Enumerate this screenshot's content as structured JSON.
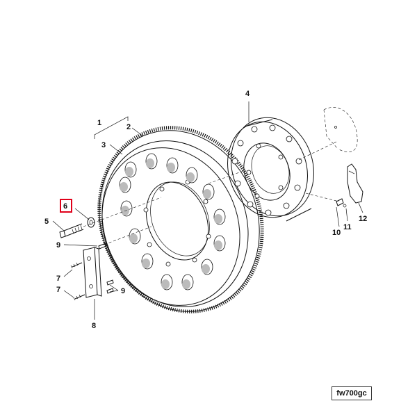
{
  "callouts": {
    "c1": "1",
    "c2": "2",
    "c3": "3",
    "c4": "4",
    "c5": "5",
    "c6": "6",
    "c7a": "7",
    "c7b": "7",
    "c8": "8",
    "c9a": "9",
    "c9b": "9",
    "c10": "10",
    "c11": "11",
    "c12": "12"
  },
  "reference_code": "fw700gc",
  "highlighted_callout": "6",
  "colors": {
    "line": "#111111",
    "highlight": "#e0001a",
    "background": "#ffffff"
  }
}
